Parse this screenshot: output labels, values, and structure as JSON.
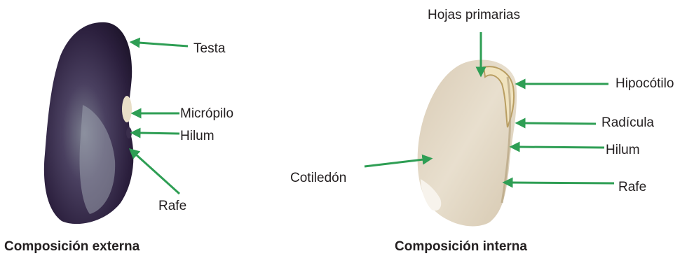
{
  "colors": {
    "arrow": "#2e9e54",
    "text": "#231f20",
    "seed_outer": "#2b1f3d",
    "seed_inner": "#e4d8c4"
  },
  "external": {
    "caption": "Composición externa",
    "labels": {
      "testa": "Testa",
      "micropilo": "Micrópilo",
      "hilum": "Hilum",
      "rafe": "Rafe"
    }
  },
  "internal": {
    "caption": "Composición interna",
    "labels": {
      "hojas_primarias": "Hojas primarias",
      "hipocotilo": "Hipocótilo",
      "radicula": "Radícula",
      "hilum": "Hilum",
      "cotiledon": "Cotiledón",
      "rafe": "Rafe"
    }
  }
}
